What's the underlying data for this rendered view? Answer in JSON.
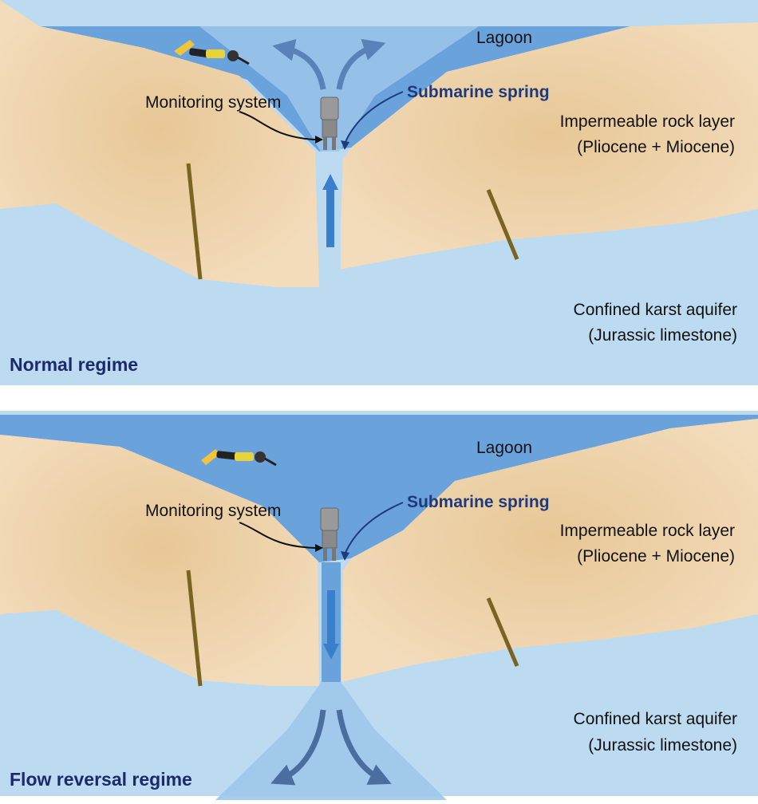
{
  "panels": {
    "normal": {
      "lagoon": "Lagoon",
      "monitoring": "Monitoring system",
      "spring": "Submarine spring",
      "rock_line1": "Impermeable rock layer",
      "rock_line2": "(Pliocene + Miocene)",
      "aquifer_line1": "Confined karst aquifer",
      "aquifer_line2": "(Jurassic limestone)",
      "regime": "Normal regime",
      "flow_direction": "up"
    },
    "reversal": {
      "lagoon": "Lagoon",
      "monitoring": "Monitoring system",
      "spring": "Submarine spring",
      "rock_line1": "Impermeable rock layer",
      "rock_line2": "(Pliocene + Miocene)",
      "aquifer_line1": "Confined karst aquifer",
      "aquifer_line2": "(Jurassic limestone)",
      "regime": "Flow reversal regime",
      "flow_direction": "down"
    }
  },
  "colors": {
    "aquifer": "#bcdaf0",
    "lagoon": "#6aa3db",
    "rock": "#f3dcbc",
    "rock_center": "#e7c795",
    "spring_plume": "#9cc7ea",
    "flow_arrow": "#3a7fcc",
    "fault": "#7a6422",
    "spring_text": "#1f3a7a",
    "regime_text": "#1a2a6c"
  }
}
